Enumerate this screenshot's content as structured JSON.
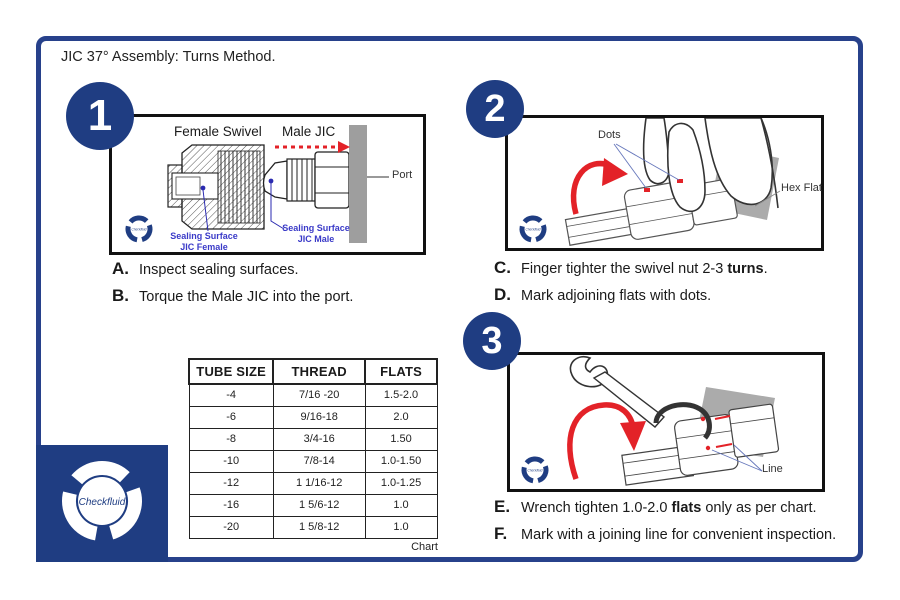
{
  "title": "JIC 37° Assembly: Turns Method.",
  "colors": {
    "brand_blue": "#1f3d82",
    "accent_red": "#e32228",
    "label_blue": "#3a3ac8",
    "wall_gray": "#9e9e9e"
  },
  "logo": {
    "text": "Checkfluid"
  },
  "step1": {
    "number": "1",
    "labels": {
      "female_swivel": "Female Swivel",
      "male_jic": "Male JIC",
      "port": "Port",
      "seal_female_line1": "Sealing Surface",
      "seal_female_line2": "JIC Female",
      "seal_male_line1": "Sealing Surface",
      "seal_male_line2": "JIC Male"
    },
    "instructions": [
      {
        "letter": "A.",
        "pre": "Inspect sealing surfaces.",
        "bold": "",
        "post": ""
      },
      {
        "letter": "B.",
        "pre": "Torque the Male JIC into the port.",
        "bold": "",
        "post": ""
      }
    ]
  },
  "step2": {
    "number": "2",
    "labels": {
      "dots": "Dots",
      "hex_flat": "Hex Flat"
    },
    "instructions": [
      {
        "letter": "C.",
        "pre": "Finger tighter the swivel nut 2-3 ",
        "bold": "turns",
        "post": "."
      },
      {
        "letter": "D.",
        "pre": "Mark adjoining flats with dots.",
        "bold": "",
        "post": ""
      }
    ]
  },
  "step3": {
    "number": "3",
    "labels": {
      "line": "Line"
    },
    "instructions": [
      {
        "letter": "E.",
        "pre": "Wrench tighten 1.0-2.0 ",
        "bold": "flats",
        "post": " only as per chart."
      },
      {
        "letter": "F.",
        "pre": "Mark with a joining line for convenient inspection.",
        "bold": "",
        "post": ""
      }
    ]
  },
  "table": {
    "caption": "Chart",
    "headers": [
      "TUBE SIZE",
      "THREAD",
      "FLATS"
    ],
    "rows": [
      [
        "-4",
        "7/16 -20",
        "1.5-2.0"
      ],
      [
        "-6",
        "9/16-18",
        "2.0"
      ],
      [
        "-8",
        "3/4-16",
        "1.50"
      ],
      [
        "-10",
        "7/8-14",
        "1.0-1.50"
      ],
      [
        "-12",
        "1 1/16-12",
        "1.0-1.25"
      ],
      [
        "-16",
        "1 5/6-12",
        "1.0"
      ],
      [
        "-20",
        "1 5/8-12",
        "1.0"
      ]
    ]
  }
}
